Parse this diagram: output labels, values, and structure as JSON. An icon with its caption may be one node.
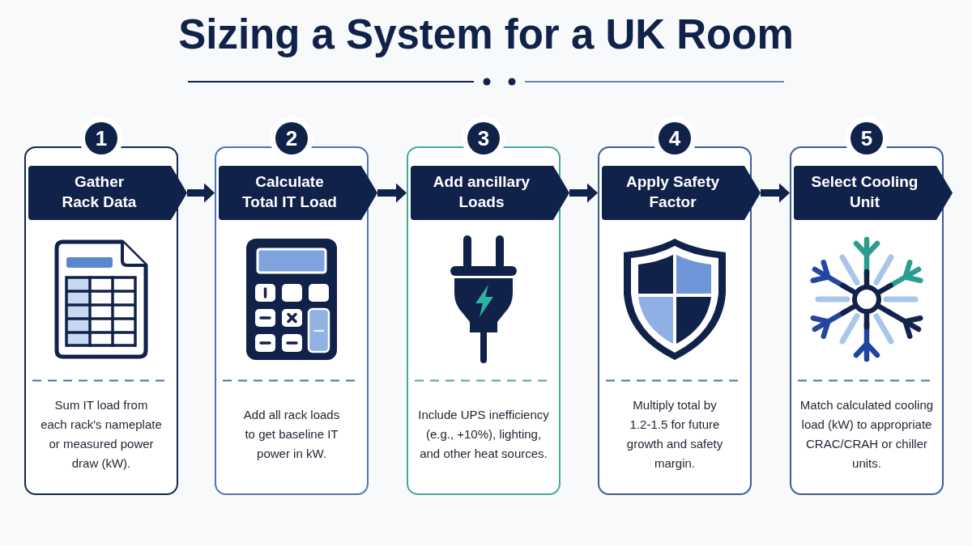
{
  "diagram": {
    "title": "Sizing a System for a UK Room",
    "nodes": [
      {
        "text": [
          "1"
        ]
      },
      {
        "text": [
          "Sum IT load from each rack's nameplate or measured power draw (kW)."
        ]
      },
      {
        "text": [
          "Gather Rack Data"
        ],
        "in": 1
      },
      {
        "text": [
          "2"
        ]
      },
      {
        "text": [
          "Add all rack loads to get baseline IT power in kW."
        ]
      },
      {
        "text": [
          "Calculate Total IT Load"
        ],
        "in": 4
      },
      {
        "text": [
          "3"
        ]
      },
      {
        "text": [
          "Include UPS inefficiency (e.g., +10%), lighting, and other heat sources."
        ]
      },
      {
        "text": [
          "Add ancillary Loads"
        ],
        "in": 7
      },
      {
        "text": [
          "4"
        ]
      },
      {
        "text": [
          "Multiply total by 1.2-1.5 for future growth and safety margin."
        ]
      },
      {
        "text": [
          "Apply Safety Factor"
        ],
        "in": 10
      },
      {
        "text": [
          "5"
        ]
      },
      {
        "text": [
          "Match calculated cooling load (kW) to appropriate CRAC/CRAH or chiller units."
        ]
      },
      {
        "text": [
          "Select Cooling Unit"
        ],
        "in": 13
      }
    ],
    "edges": [
      {
        "from": 2,
        "to": 4,
        "arrow": "to"
      },
      {
        "from": 5,
        "to": 7,
        "arrow": "to"
      },
      {
        "from": 8,
        "to": 10,
        "arrow": "to"
      },
      {
        "from": 11,
        "to": 13,
        "arrow": "to"
      }
    ]
  }
}
